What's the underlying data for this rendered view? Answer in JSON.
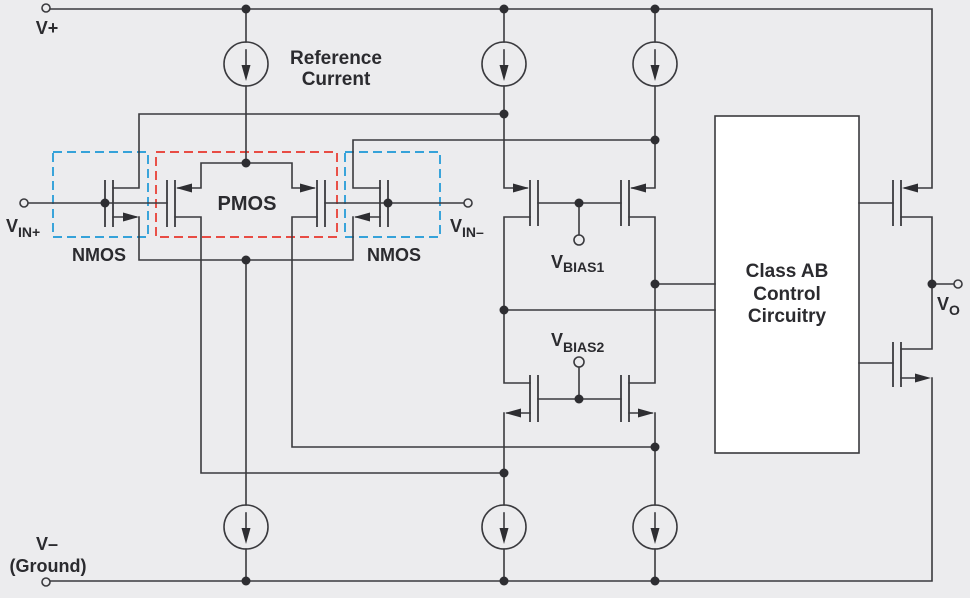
{
  "rails": {
    "positive": "V+",
    "negative": "V–",
    "negative_note": "(Ground)"
  },
  "reference_current": {
    "line1": "Reference",
    "line2": "Current"
  },
  "input_stage": {
    "pmos_label": "PMOS",
    "nmos_left_label": "NMOS",
    "nmos_right_label": "NMOS",
    "vin_plus": {
      "main": "V",
      "sub": "IN+"
    },
    "vin_minus": {
      "main": "V",
      "sub": "IN–"
    }
  },
  "bias": {
    "vbias1": {
      "main": "V",
      "sub": "BIAS1"
    },
    "vbias2": {
      "main": "V",
      "sub": "BIAS2"
    }
  },
  "class_ab_block": {
    "lines": [
      "Class AB",
      "Control",
      "Circuitry"
    ]
  },
  "output": {
    "main": "V",
    "sub": "O"
  },
  "colors": {
    "background": "#ececee",
    "wire": "#3a3a3e",
    "pmos_highlight": "#e8362c",
    "nmos_highlight": "#1b97d6",
    "block_fill": "#ffffff"
  }
}
